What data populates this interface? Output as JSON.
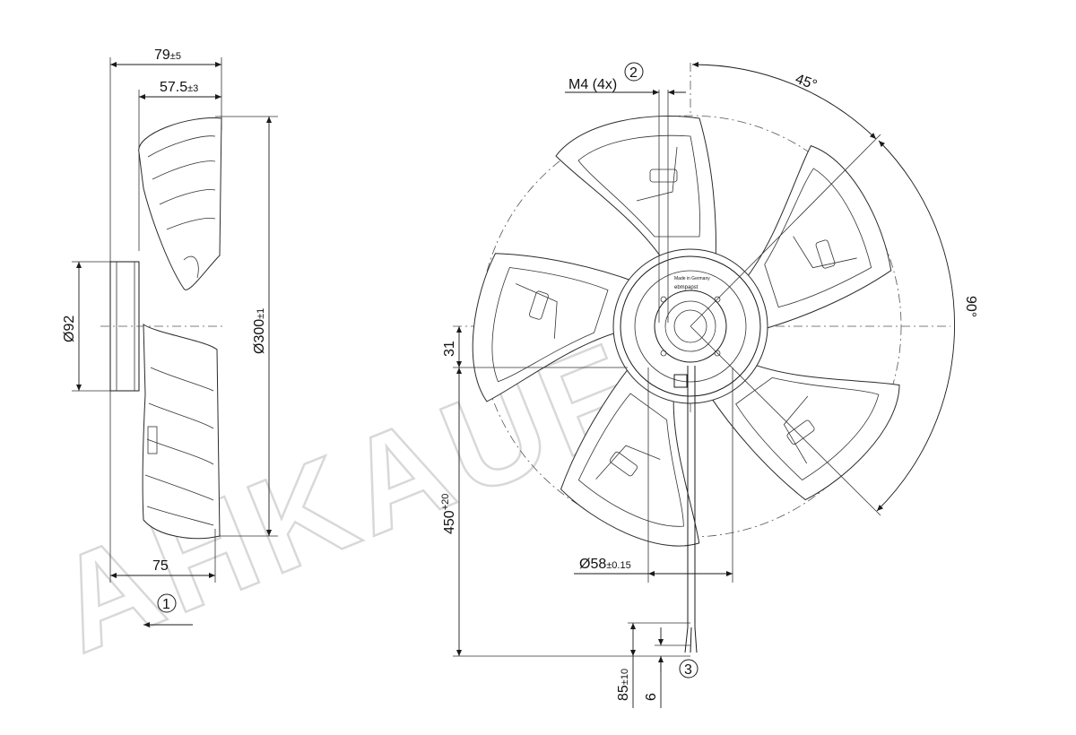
{
  "watermark": "AHKAUF",
  "side_view": {
    "dim_depth_total": "79",
    "dim_depth_total_tol": "±5",
    "dim_depth_inner": "57.5",
    "dim_depth_inner_tol": "±3",
    "dim_hub_diameter": "Ø92",
    "dim_outer_diameter": "Ø300",
    "dim_outer_diameter_tol": "±1",
    "dim_bottom": "75",
    "callout_airflow": "1"
  },
  "front_view": {
    "thread_label": "M4 (4x)",
    "callout_thread": "2",
    "angle_45": "45°",
    "angle_90": "90°",
    "dim_offset": "31",
    "dim_cable_length": "450",
    "dim_cable_length_tol": "+20",
    "dim_bore": "Ø58",
    "dim_bore_tol": "±0.15",
    "dim_strip_length": "85",
    "dim_strip_length_tol": "±10",
    "dim_wire_end": "6",
    "callout_cable": "3",
    "hub_text_1": "Made in Germany",
    "hub_text_2": "ebmpapst"
  }
}
